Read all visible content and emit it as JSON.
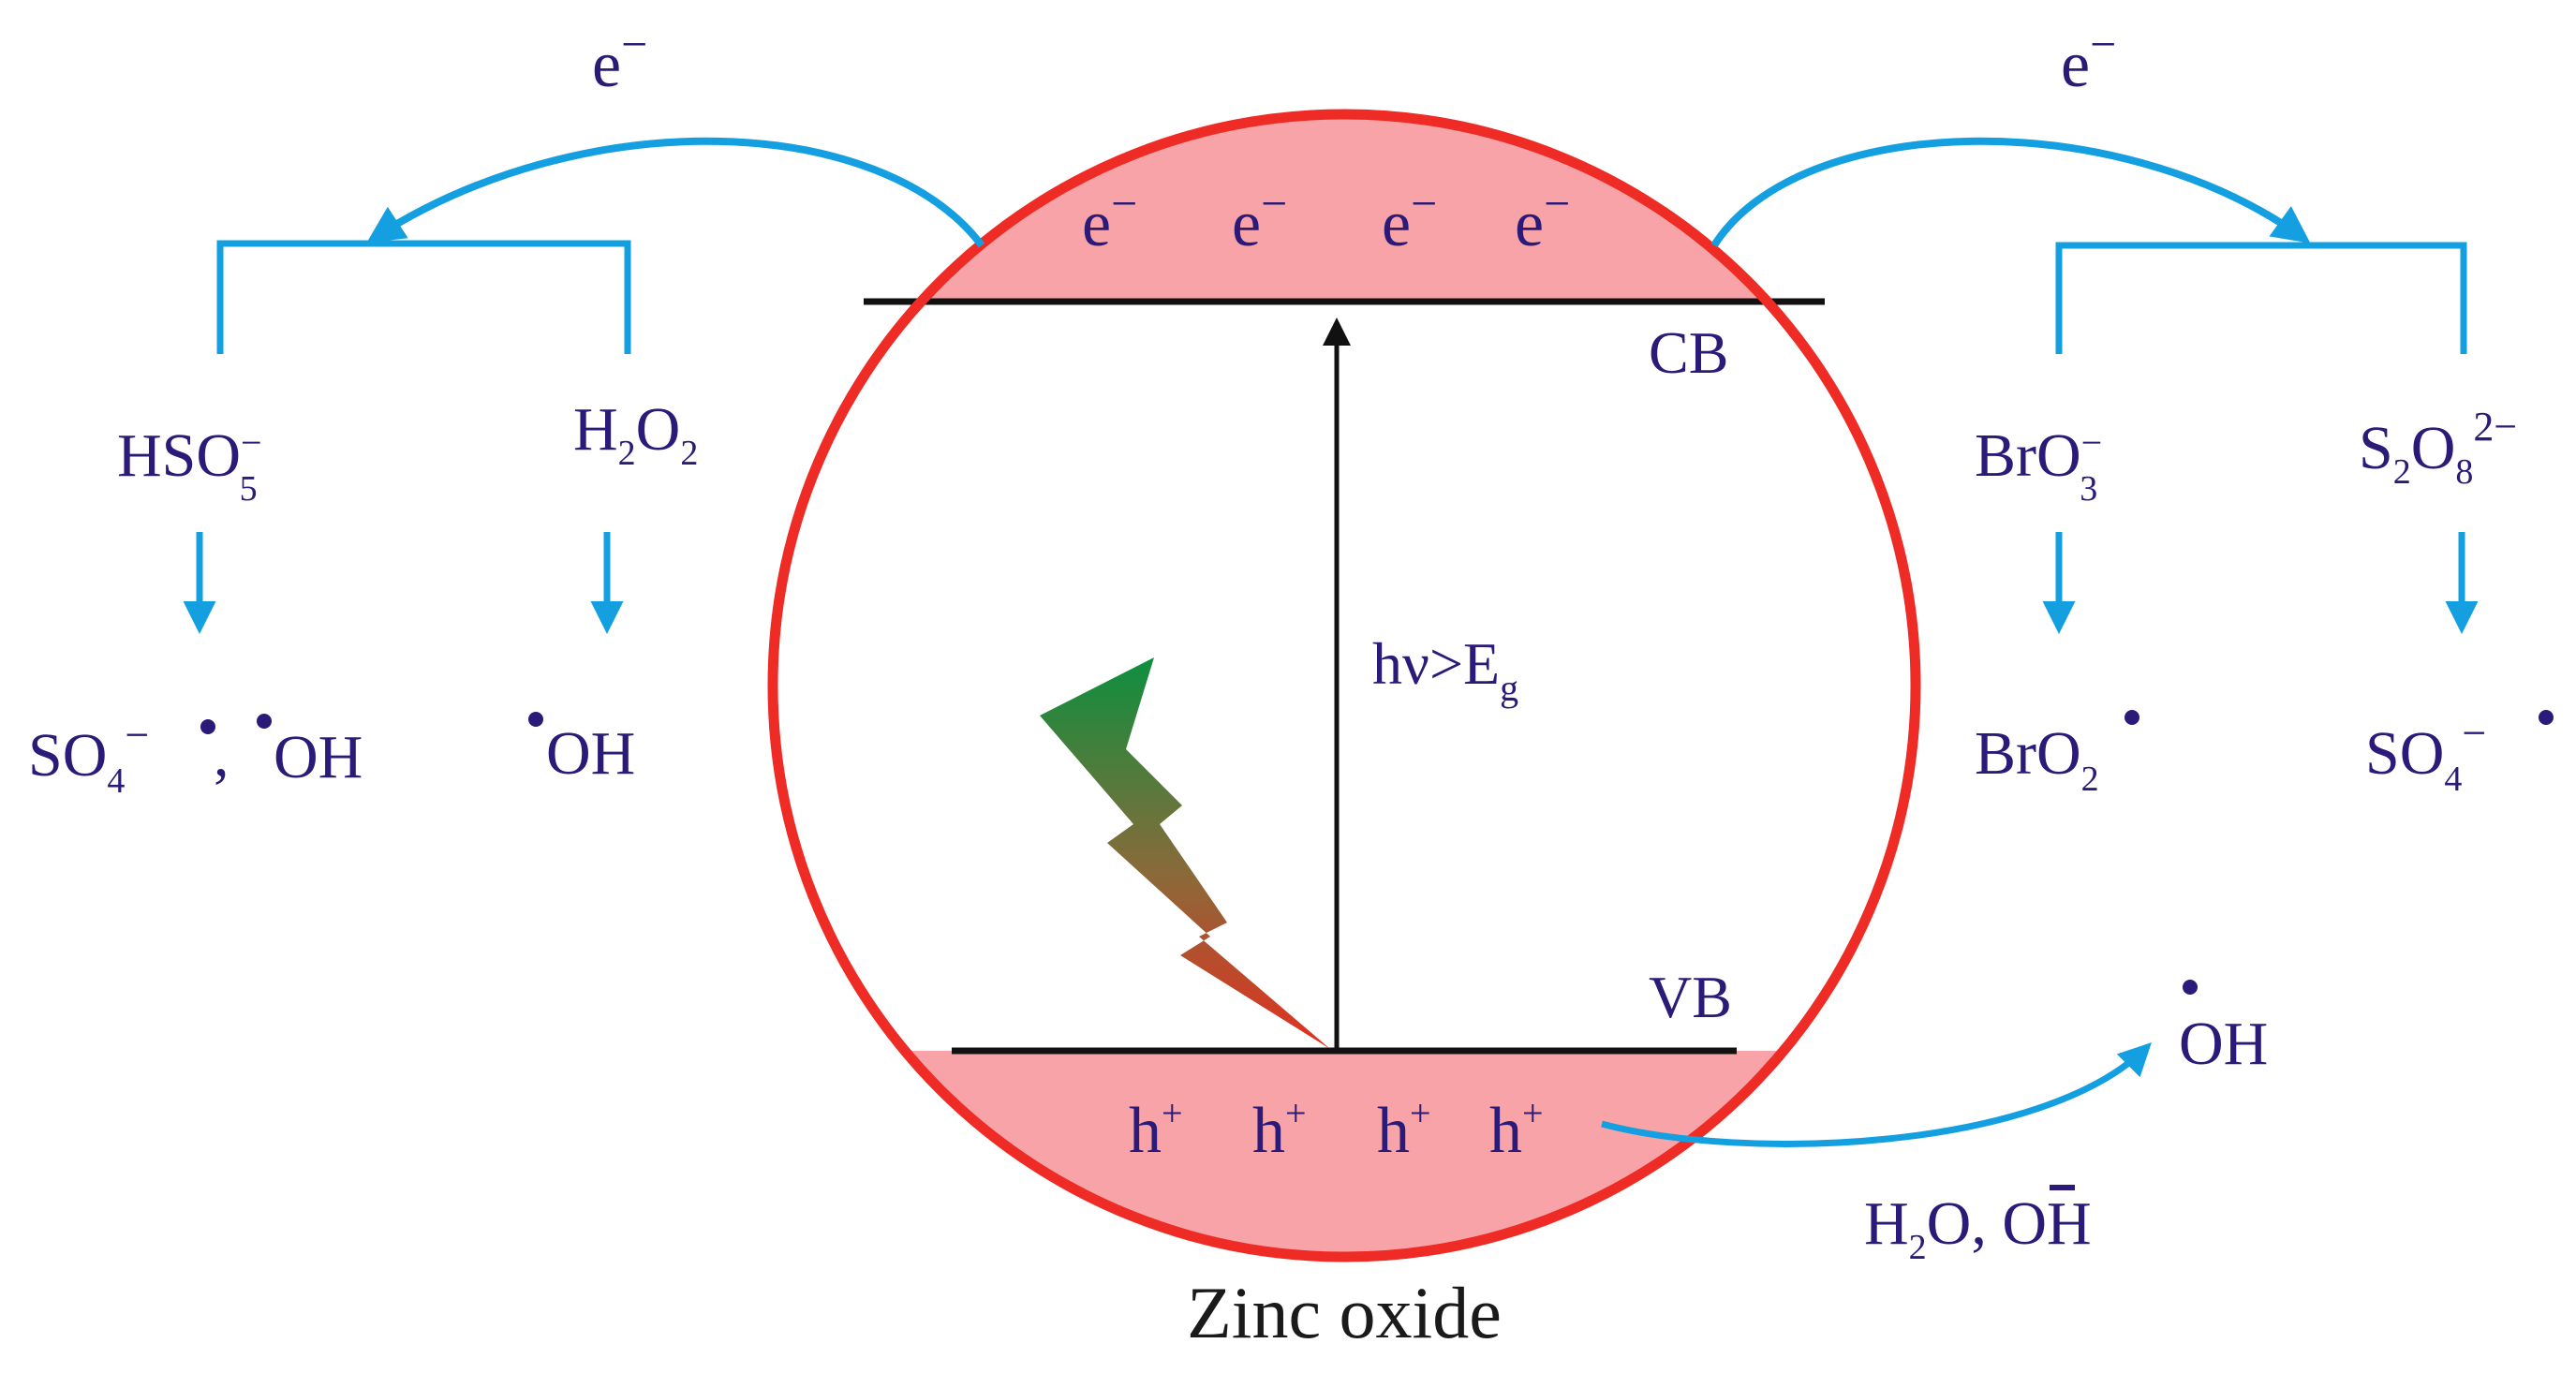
{
  "colors": {
    "circle_stroke": "#ee2b24",
    "band_fill": "#f7a3a8",
    "arrow_blue": "#14a0e0",
    "text_navy": "#2b1a78",
    "bolt_top": "#0d8f3e",
    "bolt_bottom": "#e3301f"
  },
  "icons": {
    "bolt": "lightning-bolt-icon",
    "dot": "radical-dot"
  },
  "band": {
    "cb_label": "CB",
    "vb_label": "VB",
    "electron": "e",
    "electron_charge": "−",
    "hole": "h",
    "hole_charge": "+",
    "transition_main": "hν>E",
    "transition_sub": "g"
  },
  "transfer": {
    "electron_left": "e",
    "electron_right": "e",
    "charge": "−"
  },
  "left": {
    "hso5": {
      "main": "HSO",
      "sub": "5",
      "sup": "−"
    },
    "h2o2": {
      "a": "H",
      "sub1": "2",
      "b": "O",
      "sub2": "2"
    },
    "product1": {
      "a": "SO",
      "sub": "4",
      "sup": "−",
      "comma": ",",
      "oh": "OH"
    },
    "product2": {
      "oh": "OH"
    }
  },
  "right": {
    "bro3": {
      "main": "BrO",
      "sub": "3",
      "sup": "−"
    },
    "s2o8": {
      "a": "S",
      "sub1": "2",
      "b": "O",
      "sub2": "8",
      "sup": "2−"
    },
    "product1": {
      "main": "BrO",
      "sub": "2"
    },
    "product2": {
      "main": "SO",
      "sub": "4",
      "sup": "−"
    }
  },
  "hole_reaction": {
    "reactants_h": "H",
    "reactants_sub": "2",
    "reactants_rest": "O, ",
    "reactants_oh": "OH",
    "product_oh": "OH"
  },
  "caption": "Zinc oxide"
}
